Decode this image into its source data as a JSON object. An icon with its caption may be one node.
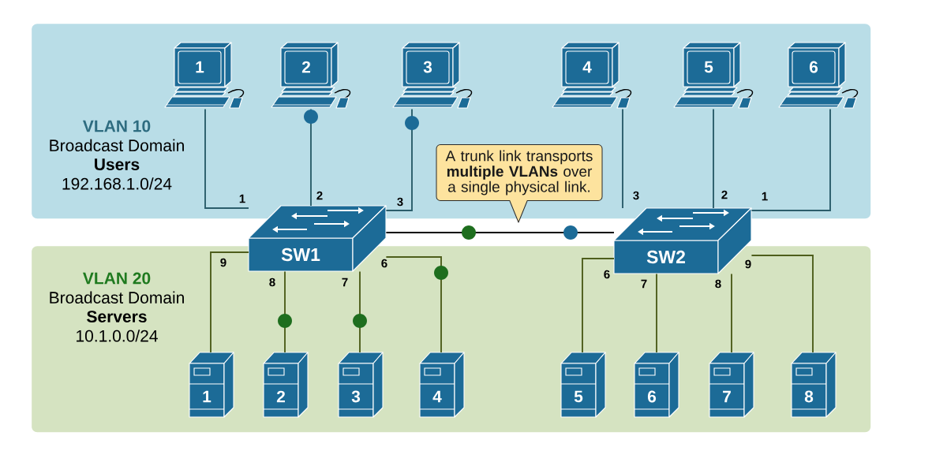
{
  "diagram": {
    "nodes": [
      {
        "text": [
          "VLAN 10",
          "Broadcast Domain",
          "Users",
          "192.168.1.0/24"
        ]
      },
      {
        "text": [
          "1"
        ],
        "in": 0
      },
      {
        "text": [
          "2"
        ],
        "in": 0
      },
      {
        "text": [
          "3"
        ],
        "in": 0
      },
      {
        "text": [
          "4"
        ],
        "in": 0
      },
      {
        "text": [
          "5"
        ],
        "in": 0
      },
      {
        "text": [
          "6"
        ],
        "in": 0
      },
      {
        "text": [
          "A trunk link transports **multiple VLANs** over a single physical link."
        ],
        "in": 0
      },
      {
        "text": [
          "SW1"
        ]
      },
      {
        "text": [
          "SW2"
        ]
      },
      {
        "text": [
          "VLAN 20",
          "Broadcast Domain",
          "Servers",
          "10.1.0.0/24"
        ]
      },
      {
        "text": [
          "1"
        ],
        "in": 10
      },
      {
        "text": [
          "2"
        ],
        "in": 10
      },
      {
        "text": [
          "3"
        ],
        "in": 10
      },
      {
        "text": [
          "4"
        ],
        "in": 10
      },
      {
        "text": [
          "5"
        ],
        "in": 10
      },
      {
        "text": [
          "6"
        ],
        "in": 10
      },
      {
        "text": [
          "7"
        ],
        "in": 10
      },
      {
        "text": [
          "8"
        ],
        "in": 10
      }
    ],
    "edges": [
      {
        "from": 1,
        "to": 8,
        "arrow": "none",
        "label": "1",
        "color": "#2b5d6b"
      },
      {
        "from": 2,
        "to": 8,
        "arrow": "none",
        "label": "2",
        "color": "#2b5d6b"
      },
      {
        "from": 3,
        "to": 8,
        "arrow": "none",
        "label": "3",
        "color": "#2b5d6b"
      },
      {
        "from": 4,
        "to": 9,
        "arrow": "none",
        "label": "3",
        "color": "#2b5d6b"
      },
      {
        "from": 5,
        "to": 9,
        "arrow": "none",
        "label": "2",
        "color": "#2b5d6b"
      },
      {
        "from": 6,
        "to": 9,
        "arrow": "none",
        "label": "1",
        "color": "#2b5d6b"
      },
      {
        "from": 8,
        "to": 9,
        "arrow": "none",
        "color": "#000000"
      },
      {
        "from": 8,
        "to": 11,
        "arrow": "none",
        "label": "9"
      },
      {
        "from": 8,
        "to": 12,
        "arrow": "none",
        "label": "8"
      },
      {
        "from": 8,
        "to": 13,
        "arrow": "none",
        "label": "7"
      },
      {
        "from": 8,
        "to": 14,
        "arrow": "none",
        "label": "6"
      },
      {
        "from": 9,
        "to": 15,
        "arrow": "none",
        "label": "6"
      },
      {
        "from": 9,
        "to": 16,
        "arrow": "none",
        "label": "7"
      },
      {
        "from": 9,
        "to": 17,
        "arrow": "none",
        "label": "8"
      },
      {
        "from": 9,
        "to": 18,
        "arrow": "none",
        "label": "9"
      }
    ]
  }
}
